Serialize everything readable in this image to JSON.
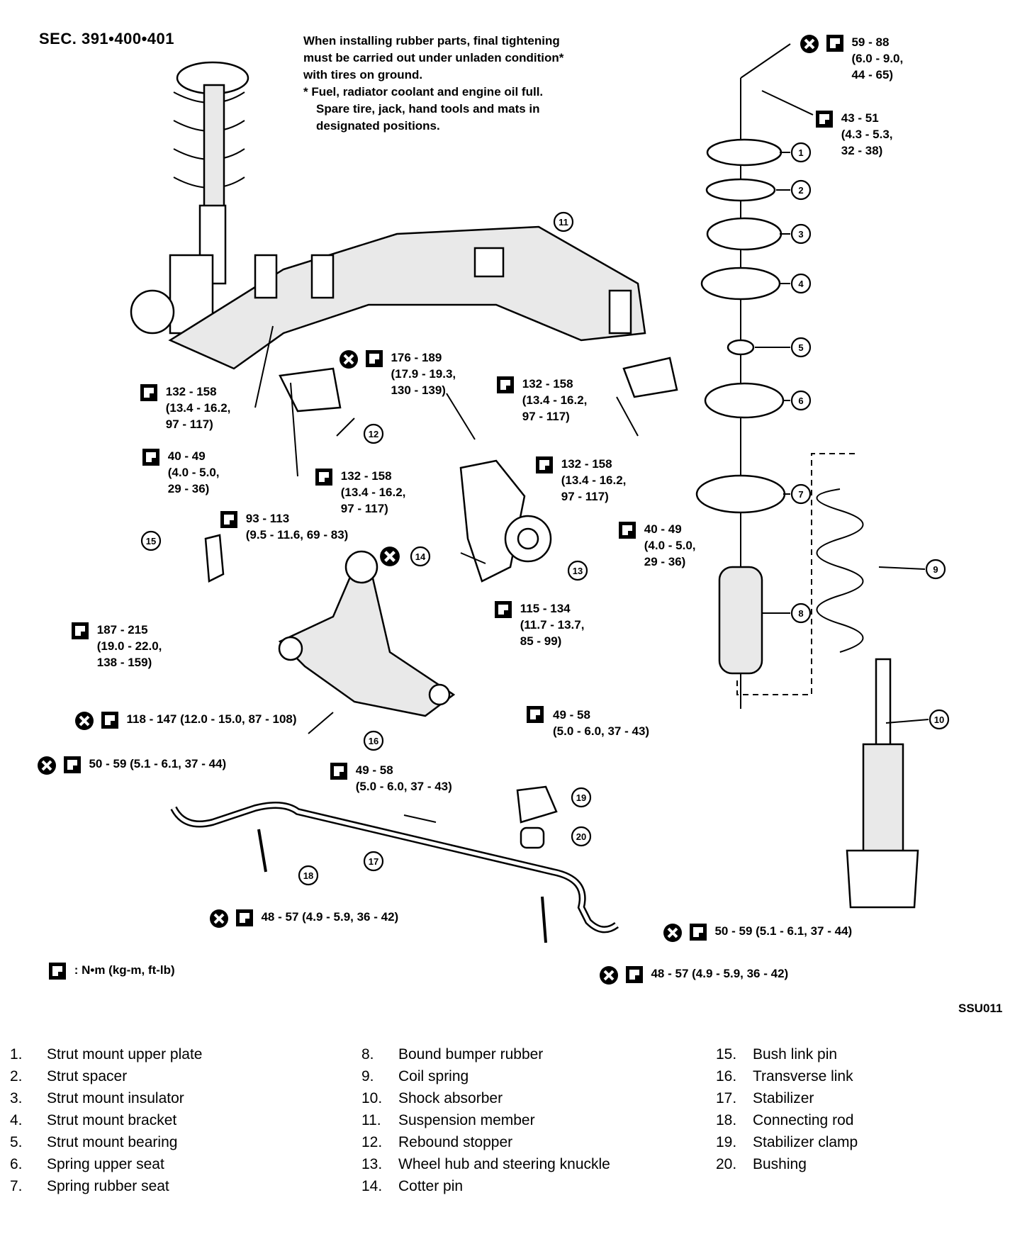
{
  "header": {
    "section_code": "SEC. 391•400•401"
  },
  "notes": {
    "line1": "When installing rubber parts, final tightening",
    "line2": "must be carried out under unladen condition*",
    "line3": "with tires on ground.",
    "line4": "* Fuel, radiator coolant and engine oil full.",
    "line5": "Spare tire, jack, hand tools and mats in",
    "line6": "designated positions."
  },
  "torques": {
    "t1": {
      "l1": "59 - 88",
      "l2": "(6.0 - 9.0,",
      "l3": "44 - 65)"
    },
    "t2": {
      "l1": "43 - 51",
      "l2": "(4.3 - 5.3,",
      "l3": "32 - 38)"
    },
    "t3": {
      "l1": "176 - 189",
      "l2": "(17.9 - 19.3,",
      "l3": "130 - 139)"
    },
    "t4": {
      "l1": "132 - 158",
      "l2": "(13.4 - 16.2,",
      "l3": "97 - 117)"
    },
    "t5": {
      "l1": "132 - 158",
      "l2": "(13.4 - 16.2,",
      "l3": "97 - 117)"
    },
    "t6": {
      "l1": "40 - 49",
      "l2": "(4.0 - 5.0,",
      "l3": "29 - 36)"
    },
    "t7": {
      "l1": "132 - 158",
      "l2": "(13.4 - 16.2,",
      "l3": "97 - 117)"
    },
    "t8": {
      "l1": "132 - 158",
      "l2": "(13.4 - 16.2,",
      "l3": "97 - 117)"
    },
    "t9": {
      "l1": "40 - 49",
      "l2": "(4.0 - 5.0,",
      "l3": "29 - 36)"
    },
    "t10": {
      "l1": "93 - 113",
      "l2": "(9.5 - 11.6, 69 - 83)"
    },
    "t11": {
      "l1": "115 - 134",
      "l2": "(11.7 - 13.7,",
      "l3": "85 - 99)"
    },
    "t12": {
      "l1": "187 - 215",
      "l2": "(19.0 - 22.0,",
      "l3": "138 - 159)"
    },
    "t13": {
      "l1": "118 - 147 (12.0 - 15.0, 87 - 108)"
    },
    "t14": {
      "l1": "49 - 58",
      "l2": "(5.0 - 6.0, 37 - 43)"
    },
    "t15": {
      "l1": "50 - 59 (5.1 - 6.1, 37 - 44)"
    },
    "t16": {
      "l1": "49 - 58",
      "l2": "(5.0 - 6.0, 37 - 43)"
    },
    "t17": {
      "l1": "48 - 57 (4.9 - 5.9, 36 - 42)"
    },
    "t18": {
      "l1": "50 - 59 (5.1 - 6.1, 37 - 44)"
    },
    "t19": {
      "l1": "48 - 57 (4.9 - 5.9, 36 - 42)"
    }
  },
  "unit_legend": ": N•m (kg-m, ft-lb)",
  "figure_code": "SSU011",
  "callouts": [
    "1",
    "2",
    "3",
    "4",
    "5",
    "6",
    "7",
    "8",
    "9",
    "10",
    "11",
    "12",
    "13",
    "14",
    "15",
    "16",
    "17",
    "18",
    "19",
    "20"
  ],
  "legend": [
    {
      "num": "1.",
      "label": "Strut mount upper plate"
    },
    {
      "num": "2.",
      "label": "Strut spacer"
    },
    {
      "num": "3.",
      "label": "Strut mount insulator"
    },
    {
      "num": "4.",
      "label": "Strut mount bracket"
    },
    {
      "num": "5.",
      "label": "Strut mount bearing"
    },
    {
      "num": "6.",
      "label": "Spring upper seat"
    },
    {
      "num": "7.",
      "label": "Spring rubber seat"
    },
    {
      "num": "8.",
      "label": "Bound bumper rubber"
    },
    {
      "num": "9.",
      "label": "Coil spring"
    },
    {
      "num": "10.",
      "label": "Shock absorber"
    },
    {
      "num": "11.",
      "label": "Suspension member"
    },
    {
      "num": "12.",
      "label": "Rebound stopper"
    },
    {
      "num": "13.",
      "label": "Wheel hub and steering knuckle"
    },
    {
      "num": "14.",
      "label": "Cotter pin"
    },
    {
      "num": "15.",
      "label": "Bush link pin"
    },
    {
      "num": "16.",
      "label": "Transverse link"
    },
    {
      "num": "17.",
      "label": "Stabilizer"
    },
    {
      "num": "18.",
      "label": "Connecting rod"
    },
    {
      "num": "19.",
      "label": "Stabilizer clamp"
    },
    {
      "num": "20.",
      "label": "Bushing"
    }
  ]
}
